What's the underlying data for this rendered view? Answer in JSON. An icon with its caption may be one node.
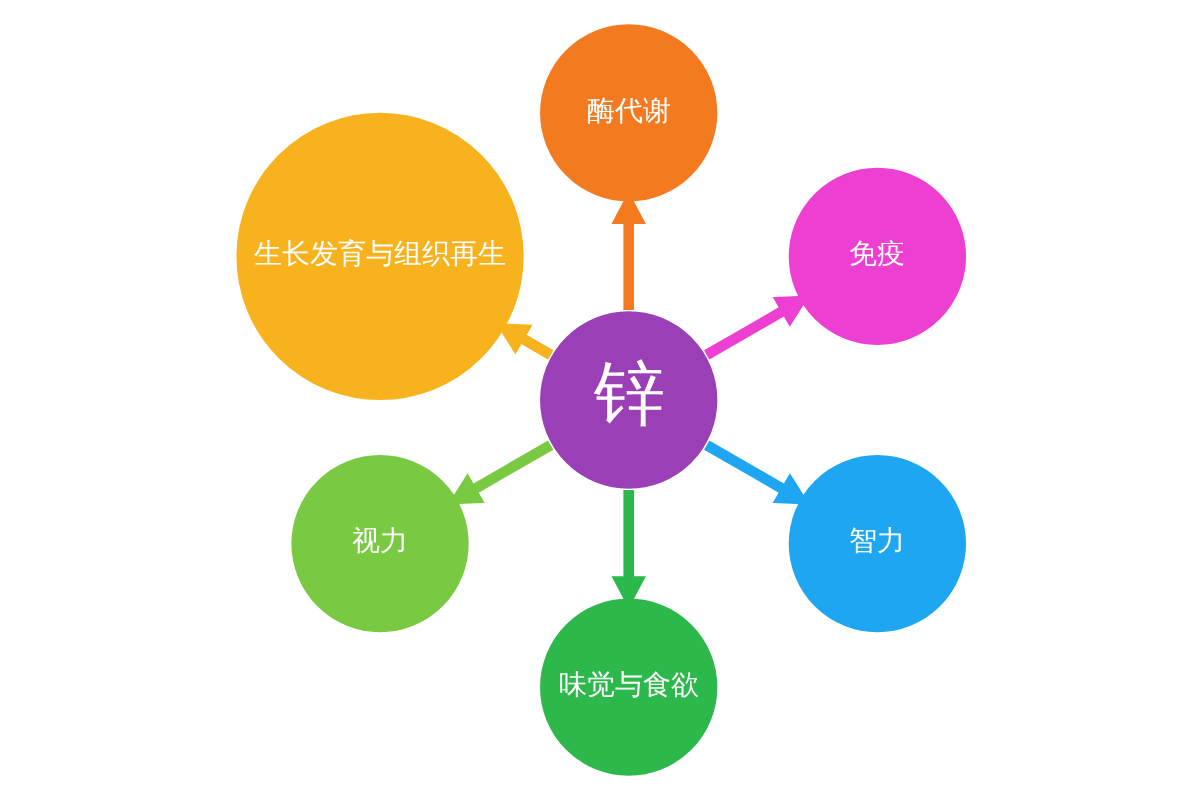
{
  "diagram": {
    "nodes": [
      {
        "text": [
          "酶代谢"
        ]
      },
      {
        "text": [
          "生长发育与组织再生"
        ]
      },
      {
        "text": [
          "免疫"
        ]
      },
      {
        "text": [
          "锌"
        ]
      },
      {
        "text": [
          "视力"
        ]
      },
      {
        "text": [
          "智力"
        ]
      },
      {
        "text": [
          "味觉与食欲"
        ]
      }
    ],
    "edges": [
      {
        "from": 3,
        "to": 0,
        "arrow": "to",
        "color": "#f47a20"
      },
      {
        "from": 3,
        "to": 2,
        "arrow": "to",
        "color": "#ee3fd3"
      },
      {
        "from": 3,
        "to": 5,
        "arrow": "to",
        "color": "#1ea7f0"
      },
      {
        "from": 3,
        "to": 6,
        "arrow": "to",
        "color": "#2db84c"
      },
      {
        "from": 3,
        "to": 4,
        "arrow": "to",
        "color": "#7ac943"
      },
      {
        "from": 3,
        "to": 1,
        "arrow": "to",
        "color": "#f7b21d"
      }
    ]
  }
}
